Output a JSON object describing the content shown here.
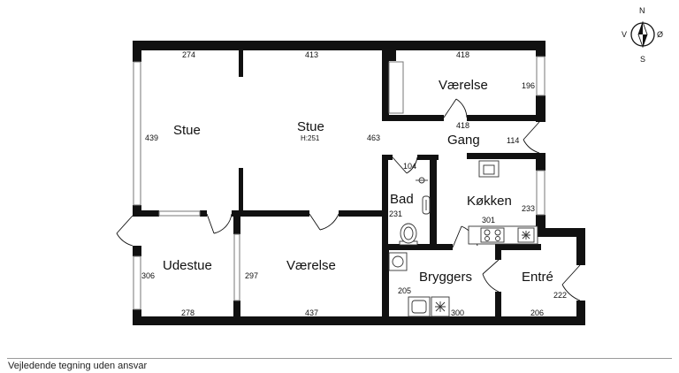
{
  "rooms": {
    "stue_left": "Stue",
    "stue_main": "Stue",
    "stue_main_height": "H:251",
    "vaerelse_top": "Værelse",
    "gang": "Gang",
    "bad": "Bad",
    "kokken": "Køkken",
    "udestue": "Udestue",
    "vaerelse_bottom": "Værelse",
    "bryggers": "Bryggers",
    "entre": "Entré"
  },
  "dimensions": {
    "stue_left_top": "274",
    "stue_main_top": "413",
    "vaerelse_top_top": "418",
    "vaerelse_top_side": "196",
    "vaerelse_top_bottom": "418",
    "stue_left_side": "439",
    "stue_right_side": "463",
    "gang_side": "114",
    "bad_top": "104",
    "bad_side": "231",
    "kokken_bottom": "301",
    "kokken_side": "233",
    "udestue_side": "306",
    "vaerelse_bottom_side": "297",
    "udestue_bottom": "278",
    "vaerelse_bottom_bottom": "437",
    "bryggers_side": "205",
    "bryggers_bottom": "300",
    "entre_side": "222",
    "entre_bottom": "206"
  },
  "compass": {
    "north": "N",
    "south": "S",
    "east": "Ø",
    "west": "V"
  },
  "footer": {
    "disclaimer": "Vejledende tegning uden ansvar"
  }
}
